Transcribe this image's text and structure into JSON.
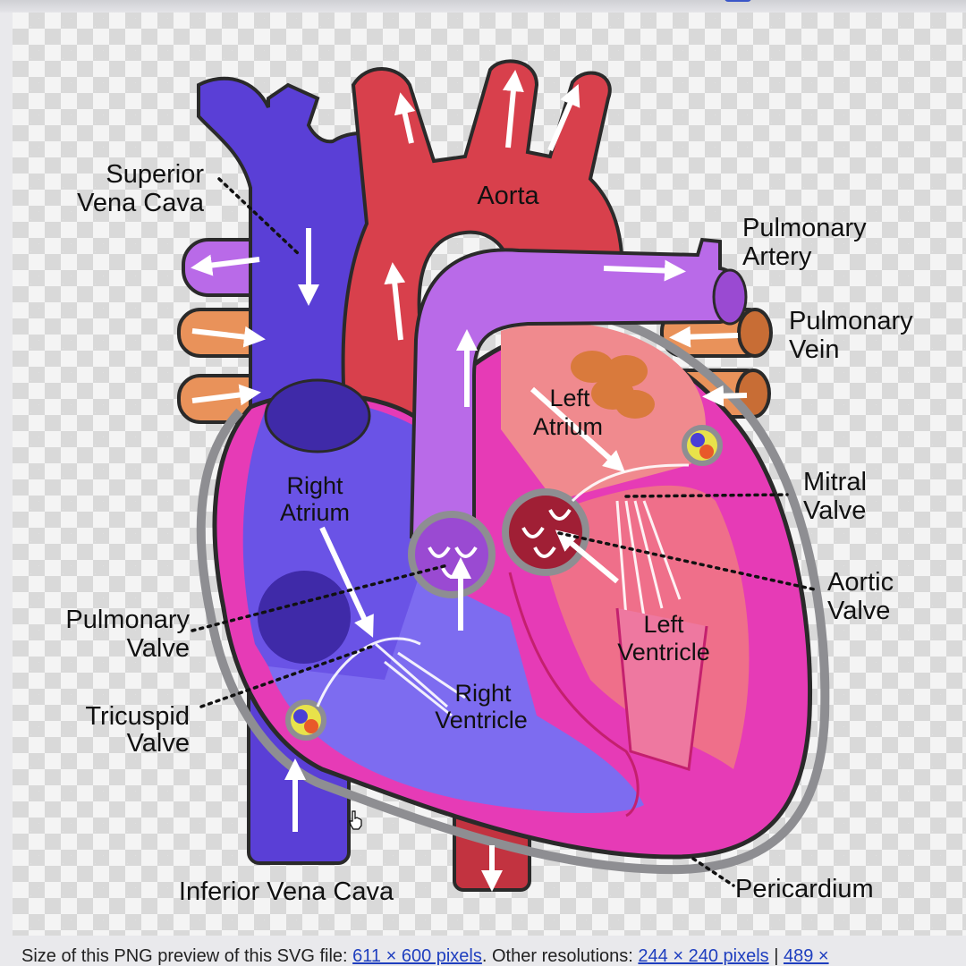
{
  "labels": {
    "superior_vena_cava": [
      "Superior",
      "Vena Cava"
    ],
    "aorta": "Aorta",
    "pulmonary_artery": [
      "Pulmonary",
      "Artery"
    ],
    "pulmonary_vein": [
      "Pulmonary",
      "Vein"
    ],
    "left_atrium": [
      "Left",
      "Atrium"
    ],
    "right_atrium": [
      "Right",
      "Atrium"
    ],
    "mitral_valve": [
      "Mitral",
      "Valve"
    ],
    "aortic_valve": [
      "Aortic",
      "Valve"
    ],
    "pulmonary_valve": [
      "Pulmonary",
      "Valve"
    ],
    "tricuspid_valve": [
      "Tricuspid",
      "Valve"
    ],
    "left_ventricle": [
      "Left",
      "Ventricle"
    ],
    "right_ventricle": [
      "Right",
      "Ventricle"
    ],
    "inferior_vena_cava": "Inferior Vena Cava",
    "pericardium": "Pericardium"
  },
  "colors": {
    "vena_cava": "#5a3fd6",
    "aorta": "#d8404c",
    "pulmonary_artery": "#b96ae8",
    "pulmonary_vein": "#e9925a",
    "heart_muscle": "#e63bb6",
    "pericardium": "#8e8e92"
  },
  "caption": {
    "prefix": "Size of this PNG preview of this SVG file: ",
    "preview_link": "611 × 600 pixels",
    "middle": ". Other resolutions: ",
    "res_link_1": "244 × 240 pixels",
    "separator": " | ",
    "res_link_2": "489 ×"
  },
  "icons": [
    "flow-arrow-icon",
    "hand-cursor-icon"
  ]
}
